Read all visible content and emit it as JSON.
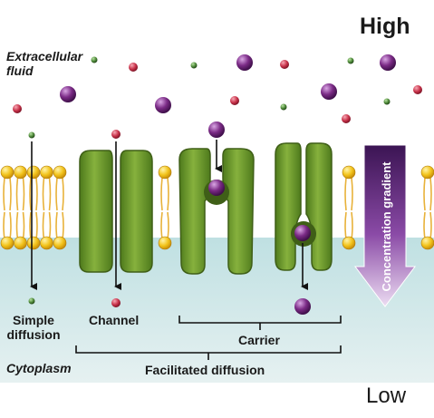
{
  "labels": {
    "high": "High",
    "low": "Low",
    "extracellular_line1": "Extracellular",
    "extracellular_line2": "fluid",
    "cytoplasm": "Cytoplasm",
    "simple_line1": "Simple",
    "simple_line2": "diffusion",
    "channel": "Channel",
    "carrier": "Carrier",
    "facilitated": "Facilitated diffusion",
    "gradient": "Concentration gradient"
  },
  "colors": {
    "extracellular_bg": "#ffffff",
    "cytoplasm_bg": "#c9e2e4",
    "lipid_head": "#f2c31b",
    "lipid_tail": "#e8b23a",
    "protein": "#6f9a2c",
    "protein_dark": "#3f5f17",
    "molecule_large": "#7b2b86",
    "molecule_red": "#c8324a",
    "molecule_green": "#4f8a3a",
    "gradient_top": "#3b1453",
    "gradient_bottom": "#ead7f1"
  },
  "icons": {
    "large_molecule": "purple-sphere",
    "small_polar_molecule": "red-sphere",
    "small_nonpolar_molecule": "green-sphere"
  }
}
